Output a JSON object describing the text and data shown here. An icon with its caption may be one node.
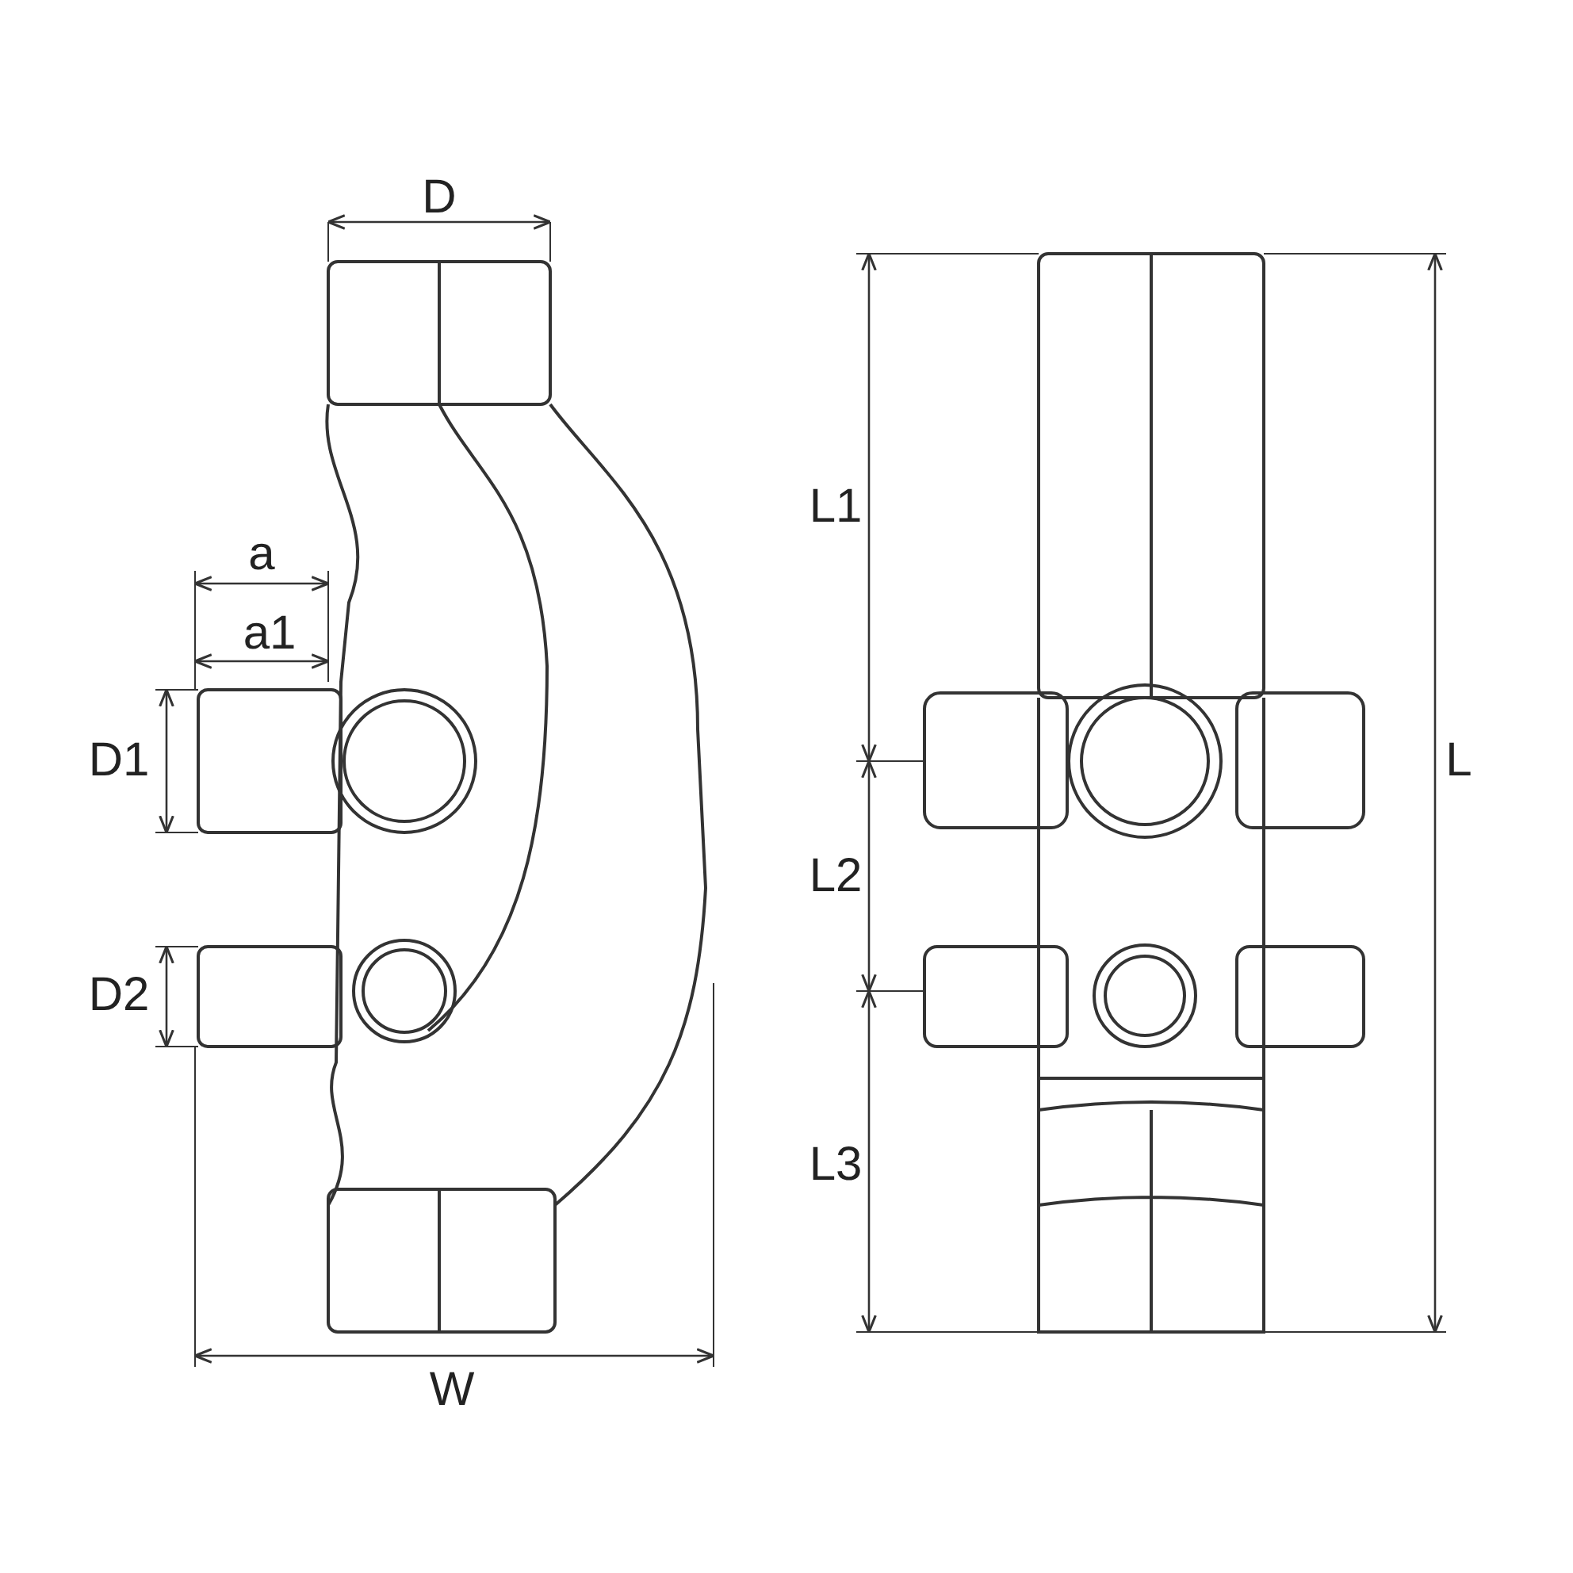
{
  "diagram": {
    "labels": [
      "D",
      "a",
      "a1",
      "D1",
      "D2",
      "W",
      "L1",
      "L2",
      "L3",
      "L"
    ]
  }
}
